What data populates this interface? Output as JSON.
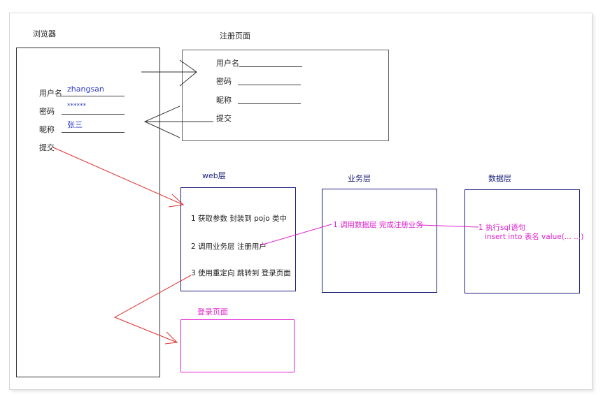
{
  "browser": {
    "title": "浏览器",
    "fields": [
      {
        "label": "用户名",
        "value": "zhangsan"
      },
      {
        "label": "密码",
        "value": "******"
      },
      {
        "label": "昵称",
        "value": "张三"
      }
    ],
    "submit": "提交"
  },
  "register_page": {
    "title": "注册页面",
    "fields": [
      "用户名",
      "密码",
      "昵称"
    ],
    "submit": "提交"
  },
  "web_layer": {
    "title": "web层",
    "steps": [
      "1 获取参数 封装到 pojo 类中",
      "2 调用业务层 注册用户",
      "3 使用重定向 跳转到 登录页面"
    ]
  },
  "service_layer": {
    "title": "业务层",
    "step": "1 调用数据层 完成注册业务"
  },
  "data_layer": {
    "title": "数据层",
    "step_line1": "1 执行sql语句",
    "step_line2": "insert into 表名 value(... ...)"
  },
  "login_page": {
    "title": "登录页面"
  },
  "colors": {
    "navy": "#1a1f7a",
    "value_blue": "#2a3bc8",
    "magenta": "#e020d0",
    "red": "#e03030",
    "dark": "#222222"
  }
}
